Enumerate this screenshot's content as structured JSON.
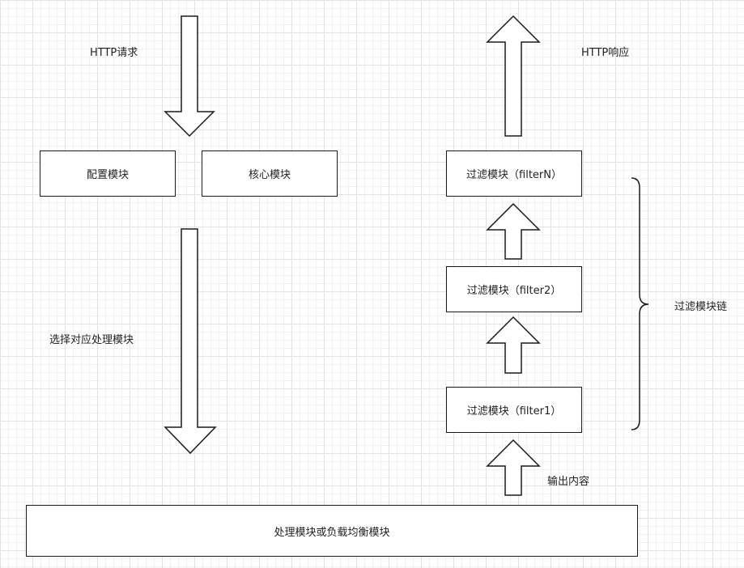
{
  "labels": {
    "http_request": "HTTP请求",
    "http_response": "HTTP响应",
    "select_handler": "选择对应处理模块",
    "output_content": "输出内容",
    "filter_chain": "过滤模块链"
  },
  "boxes": {
    "config": "配置模块",
    "core": "核心模块",
    "filter_n": "过滤模块（filterN）",
    "filter_2": "过滤模块（filter2）",
    "filter_1": "过滤模块（filter1）",
    "handler": "处理模块或负载均衡模块"
  },
  "colors": {
    "stroke": "#1a1a1a",
    "fill": "#ffffff",
    "grid": "#e3e3e3"
  }
}
